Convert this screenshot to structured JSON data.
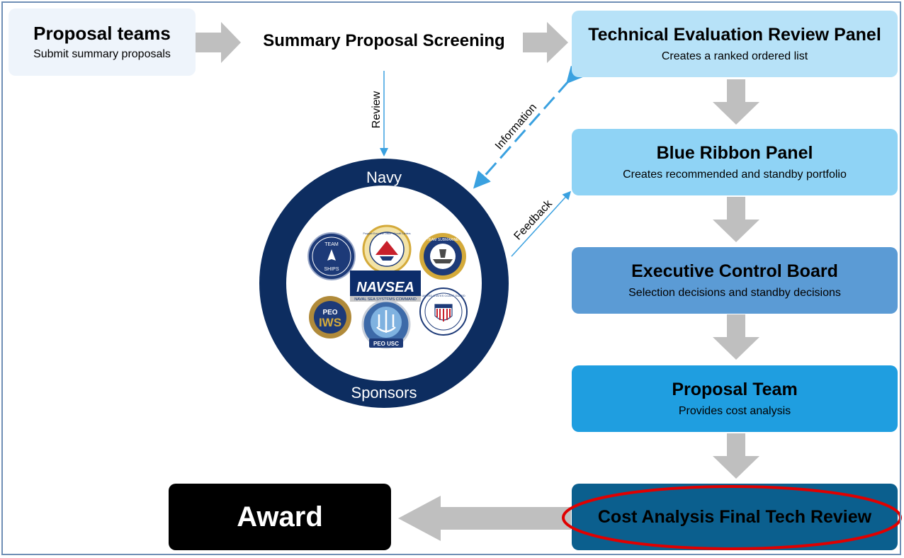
{
  "nodes": {
    "proposal_teams": {
      "title": "Proposal teams",
      "subtitle": "Submit summary proposals"
    },
    "screening": {
      "title": "Summary Proposal Screening"
    },
    "terp": {
      "title": "Technical Evaluation Review Panel",
      "subtitle": "Creates a ranked ordered list"
    },
    "brp": {
      "title": "Blue Ribbon Panel",
      "subtitle": "Creates recommended  and standby portfolio"
    },
    "ecb": {
      "title": "Executive Control Board",
      "subtitle": "Selection decisions and standby decisions"
    },
    "proposal_team": {
      "title": "Proposal Team",
      "subtitle": "Provides cost analysis"
    },
    "cost_analysis": {
      "title": "Cost Analysis Final Tech Review"
    },
    "award": {
      "title": "Award"
    }
  },
  "edges": {
    "review": "Review",
    "information": "Information",
    "feedback": "Feedback"
  },
  "ring": {
    "top_label": "Navy",
    "bottom_label": "Sponsors",
    "logos": {
      "team_ships": [
        "TEAM",
        "SHIPS"
      ],
      "peo_aircraft_carriers": "Program Executive Office · Aircraft Carriers",
      "team_submarine": "TEAM SUBMARINE",
      "navsea": "NAVSEA",
      "navsea_sub": "NAVAL SEA SYSTEMS COMMAND",
      "peo_iws": [
        "PEO",
        "IWS"
      ],
      "peo_usc": "PEO USC",
      "coast_guard": "UNITED STATES COAST GUARD"
    }
  },
  "colors": {
    "proposal_teams_bg": "#eef4fb",
    "terp_bg": "#b7e2f8",
    "brp_bg": "#8fd3f5",
    "ecb_bg": "#5b9bd5",
    "proposal_team_bg": "#1f9ee0",
    "cost_analysis_bg": "#0b5f8e",
    "award_bg": "#000000",
    "ring": "#0d2d60",
    "arrow_gray": "#bfbfbf",
    "connector_blue": "#3aa1e0",
    "highlight_red": "#e00000"
  }
}
